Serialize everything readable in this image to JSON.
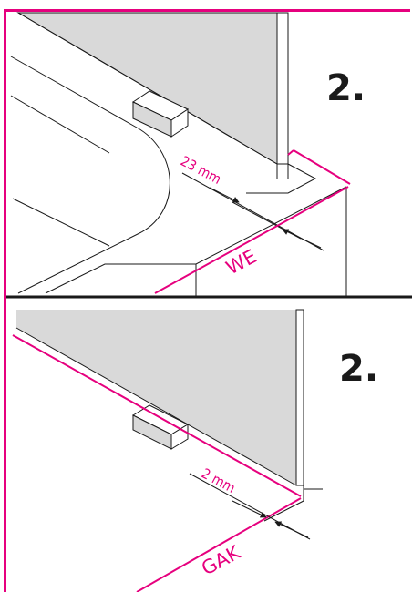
{
  "colors": {
    "accent": "#e6007e",
    "panel": "#d9d9d9",
    "line": "#1a1a1a"
  },
  "top_panel": {
    "step": "2.",
    "gap_label": "23 mm",
    "edge_label": "WE"
  },
  "bottom_panel": {
    "step": "2.",
    "gap_label": "2 mm",
    "edge_label": "GAK"
  }
}
